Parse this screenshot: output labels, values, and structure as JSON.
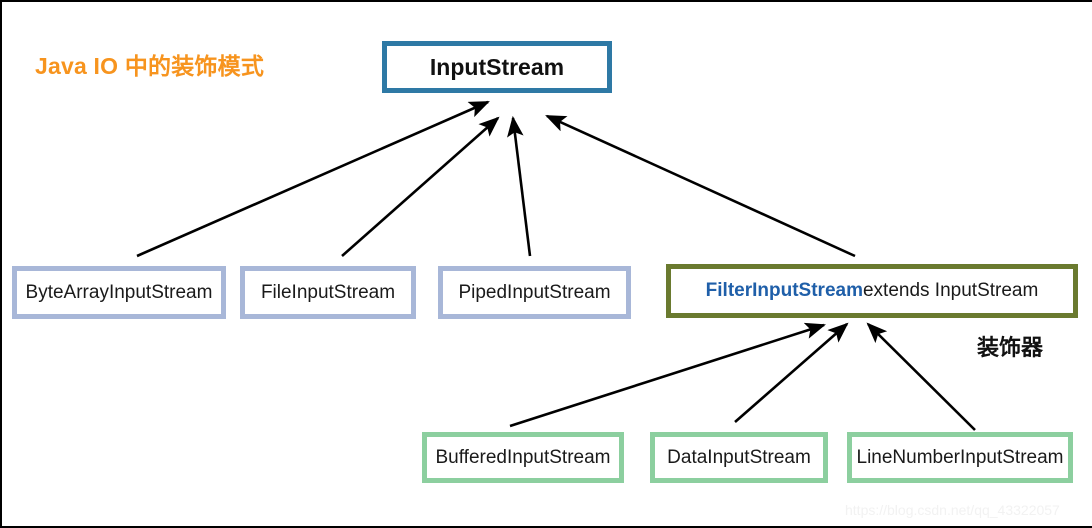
{
  "title": "Java IO 中的装饰模式",
  "colors": {
    "title_orange": "#f7941e",
    "root_border_blue": "#2e79a5",
    "subclass_border_periwinkle": "#a8b7d8",
    "filter_border_olive": "#6a7a2f",
    "filter_name_blue": "#1f5fa9",
    "leaf_border_green": "#8ccf9f",
    "arrow_black": "#000000",
    "watermark_gray": "#f2f2f2"
  },
  "nodes": {
    "root": "InputStream",
    "subclasses": [
      "ByteArrayInputStream",
      "FileInputStream",
      "PipedInputStream"
    ],
    "filter": {
      "name": "FilterInputStream",
      "extends_text": " extends InputStream"
    },
    "decorators": [
      "BufferedInputStream",
      "DataInputStream",
      "LineNumberInputStream"
    ]
  },
  "annotation": "装饰器",
  "watermark": "https://blog.csdn.net/qq_43322057",
  "edges": [
    {
      "from": "ByteArrayInputStream",
      "to": "InputStream"
    },
    {
      "from": "FileInputStream",
      "to": "InputStream"
    },
    {
      "from": "PipedInputStream",
      "to": "InputStream"
    },
    {
      "from": "FilterInputStream",
      "to": "InputStream"
    },
    {
      "from": "BufferedInputStream",
      "to": "FilterInputStream"
    },
    {
      "from": "DataInputStream",
      "to": "FilterInputStream"
    },
    {
      "from": "LineNumberInputStream",
      "to": "FilterInputStream"
    }
  ]
}
